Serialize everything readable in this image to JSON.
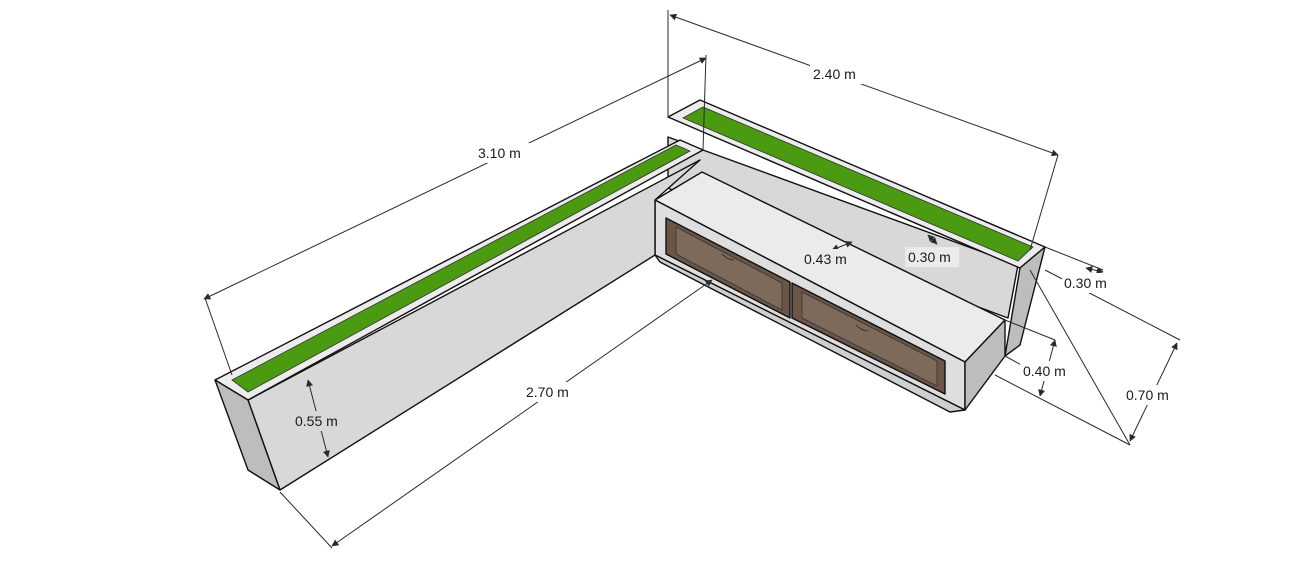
{
  "colors": {
    "planter_soil": "#4a9a12",
    "planter_wall_front": "#d8d8d8",
    "planter_wall_top": "#ececec",
    "planter_wall_side": "#bdbdbd",
    "seat_top": "#ebebeb",
    "seat_front": "#dedede",
    "drawer_frame": "#6a5546",
    "drawer_panel": "#7e6a5a",
    "outline": "#111111"
  },
  "dimensions": {
    "back_length": "2.40 m",
    "left_length": "3.10 m",
    "front_length": "2.70 m",
    "planter_height": "0.55 m",
    "seat_depth": "0.43 m",
    "backrest_depth": "0.30 m",
    "planter_width": "0.30 m",
    "seat_height": "0.40 m",
    "total_height": "0.70 m"
  }
}
